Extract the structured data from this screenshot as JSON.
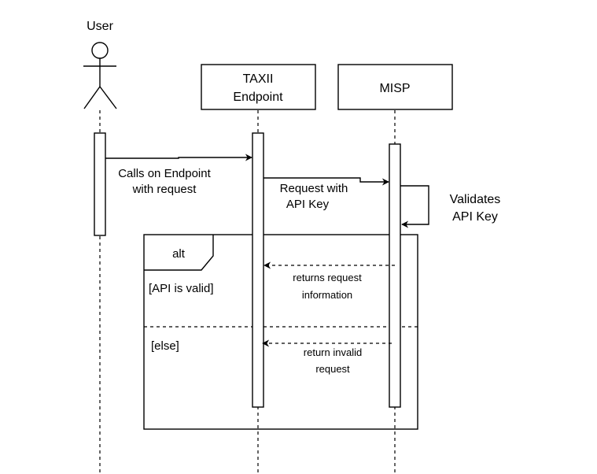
{
  "participants": {
    "user": "User",
    "taxii_line1": "TAXII",
    "taxii_line2": "Endpoint",
    "misp": "MISP"
  },
  "messages": {
    "calls_line1": "Calls on Endpoint",
    "calls_line2": "with request",
    "request_line1": "Request with",
    "request_line2": "API Key",
    "validates_line1": "Validates",
    "validates_line2": "API Key",
    "returns_line1": "returns request",
    "returns_line2": "information",
    "invalid_line1": "return invalid",
    "invalid_line2": "request"
  },
  "fragment": {
    "operator": "alt",
    "guard_valid": "[API is valid]",
    "guard_else": "[else]"
  }
}
